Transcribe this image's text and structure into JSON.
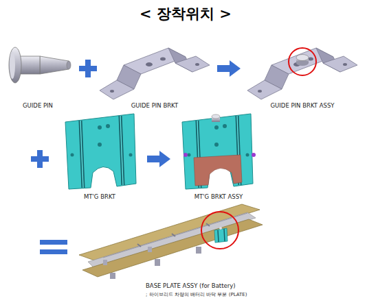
{
  "diagram": {
    "title": "< 장착위치 >",
    "labels": [
      "GUIDE PIN",
      "GUIDE PIN BRKT",
      "GUIDE PIN BRKT ASSY",
      "MT'G BRKT",
      "MT'G BRKT ASSY",
      "BASE PLATE ASSY (for Battery)",
      "; 하이브리드 차량의 배터리 바닥 부분 (PLATE)"
    ]
  }
}
